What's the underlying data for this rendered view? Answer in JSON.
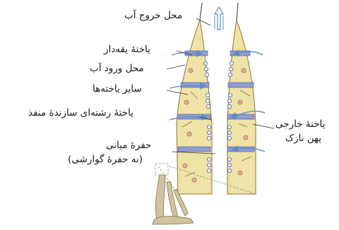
{
  "labels": {
    "water_exit": "محل خروج آب",
    "collar_cell": "یاختهٔ یقه‌دار",
    "water_entry": "محل ورود آب",
    "other_cells": "سایر یاخته‌ها",
    "pore_cell": "یاختهٔ رشته‌ای سازندهٔ منفذ",
    "central_cavity": "حفرهٔ میانی",
    "not_digestive": "(نه حفرهٔ گوارشی)",
    "outer_cell_line1": "یاختهٔ خارجی",
    "outer_cell_line2": "پهن نازک"
  },
  "colors": {
    "body_wall": "#efe2a6",
    "body_outline": "#8a7440",
    "arrow_blue": "#5b8fc8",
    "band_blue": "#8f9bd6",
    "sponge_base": "#cfc3a0"
  }
}
